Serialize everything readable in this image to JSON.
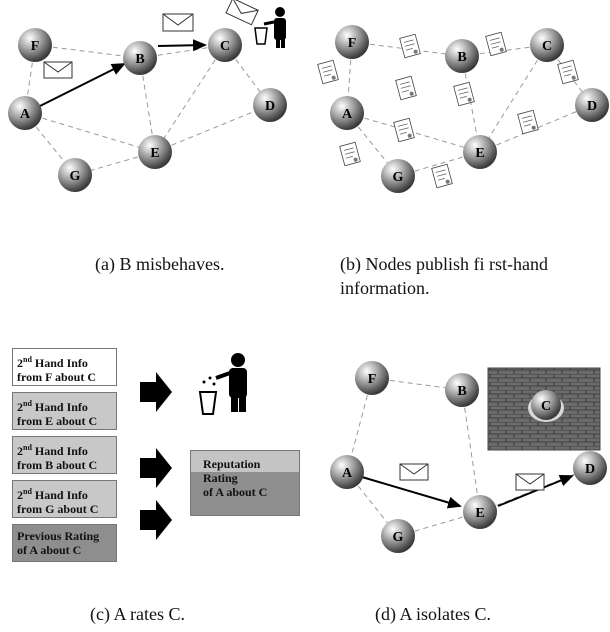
{
  "panels": {
    "a": {
      "caption": "(a) B misbehaves.",
      "nodes": [
        "F",
        "B",
        "C",
        "A",
        "D",
        "E",
        "G"
      ]
    },
    "b": {
      "caption": "(b) Nodes publish fi rst-hand information.",
      "nodes": [
        "F",
        "B",
        "C",
        "A",
        "D",
        "E",
        "G"
      ]
    },
    "c": {
      "caption": "(c) A rates C.",
      "info_boxes": [
        {
          "line1": "Hand Info",
          "sup": "nd",
          "num": "2",
          "line2": "from F about C"
        },
        {
          "line1": "Hand Info",
          "sup": "nd",
          "num": "2",
          "line2": "from E about C"
        },
        {
          "line1": "Hand Info",
          "sup": "nd",
          "num": "2",
          "line2": "from B about C"
        },
        {
          "line1": "Hand Info",
          "sup": "nd",
          "num": "2",
          "line2": "from G about C"
        }
      ],
      "previous": {
        "line1": "Previous Rating",
        "line2": "of A about C"
      },
      "reputation": {
        "line1": "Reputation",
        "line2": "Rating",
        "line3": "of A about C"
      }
    },
    "d": {
      "caption": "(d) A isolates C.",
      "nodes": [
        "F",
        "B",
        "C",
        "A",
        "D",
        "E",
        "G"
      ]
    }
  },
  "colors": {
    "node": "#9a9a9a",
    "edge": "#9a9a9a",
    "arrow": "#000000",
    "wall": "#6b6b6b"
  }
}
